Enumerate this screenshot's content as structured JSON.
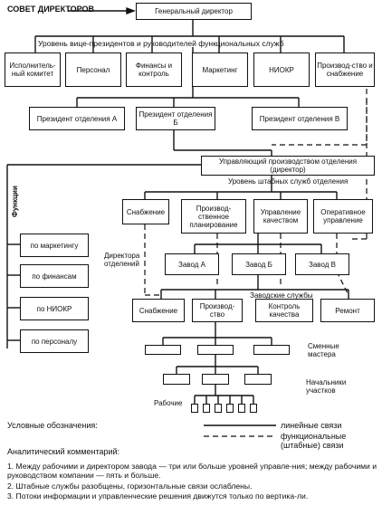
{
  "board": "СОВЕТ ДИРЕКТОРОВ",
  "ceo": "Генеральный директор",
  "vp_level": "Уровень вице-президентов и руководителей функциональных служб",
  "vp_boxes": [
    "Исполнитель-ный комитет",
    "Персонал",
    "Финансы и контроль",
    "Маркетинг",
    "НИОКР",
    "Производ-ство и снабжение"
  ],
  "division_presidents": [
    "Президент отделения А",
    "Президент отделения Б",
    "Президент отделения В"
  ],
  "division_manager": "Управляющий производством отделения (директор)",
  "staff_level": "Уровень штабных служб отделения",
  "staff_boxes": [
    "Снабжение",
    "Производ-ственное планирование",
    "Управление качеством",
    "Оперативное управление"
  ],
  "functions_label": "Функции",
  "functions": [
    "по маркетингу",
    "по финансам",
    "по НИОКР",
    "по персоналу"
  ],
  "plant_directors_label": "Директора отделений",
  "plants": [
    "Завод А",
    "Завод Б",
    "Завод В"
  ],
  "plant_services_label": "Заводские службы",
  "plant_services": [
    "Снабжение",
    "Производ-ство",
    "Контроль качества",
    "Ремонт"
  ],
  "shift_masters_label": "Сменные мастера",
  "section_heads_label": "Начальники участков",
  "workers_label": "Рабочие",
  "legend": {
    "title": "Условные обозначения:",
    "line": "линейные связи",
    "functional": "функциональные (штабные) связи"
  },
  "comment": {
    "title": "Аналитический комментарий:",
    "items": [
      "1. Между рабочими и директором завода — три или больше уровней управле-ния; между рабочими и руководством компании — пять и больше.",
      "2. Штабные службы разобщены, горизонтальные связи ослаблены.",
      "3. Потоки информации и управленческие решения движутся только по вертика-ли."
    ]
  }
}
